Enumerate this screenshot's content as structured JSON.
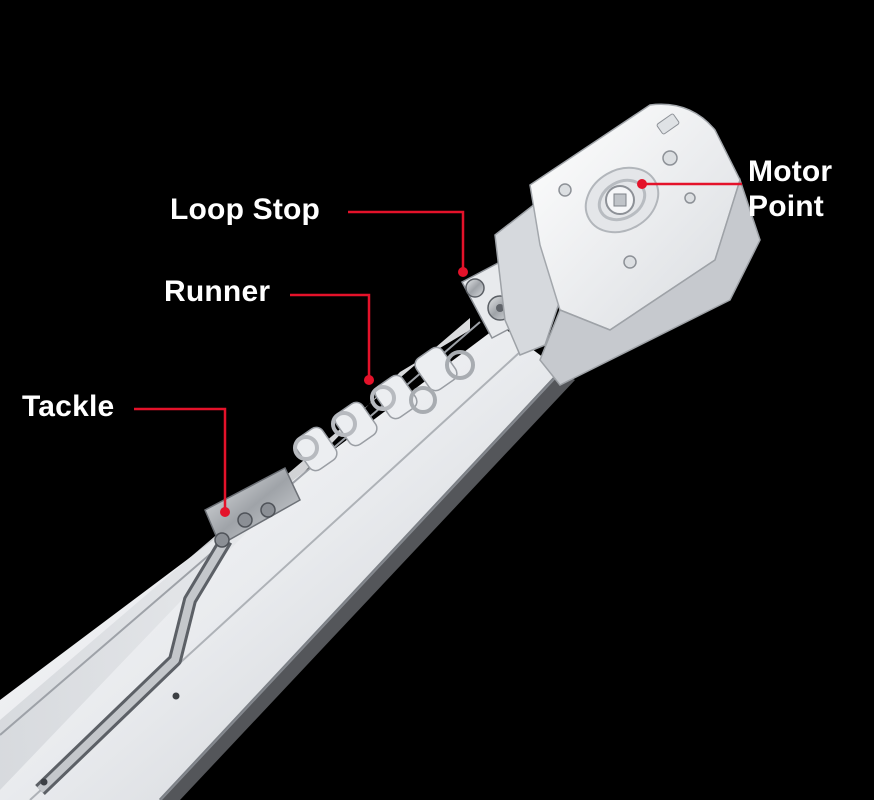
{
  "labels": {
    "loop_stop": "Loop Stop",
    "runner": "Runner",
    "tackle": "Tackle",
    "motor_line1": "Motor",
    "motor_line2": "Point"
  },
  "colors": {
    "background": "#000000",
    "label_text": "#ffffff",
    "leader_line": "#e4122a",
    "track": "#f1f2f4",
    "metal": "#b9bcc0"
  }
}
